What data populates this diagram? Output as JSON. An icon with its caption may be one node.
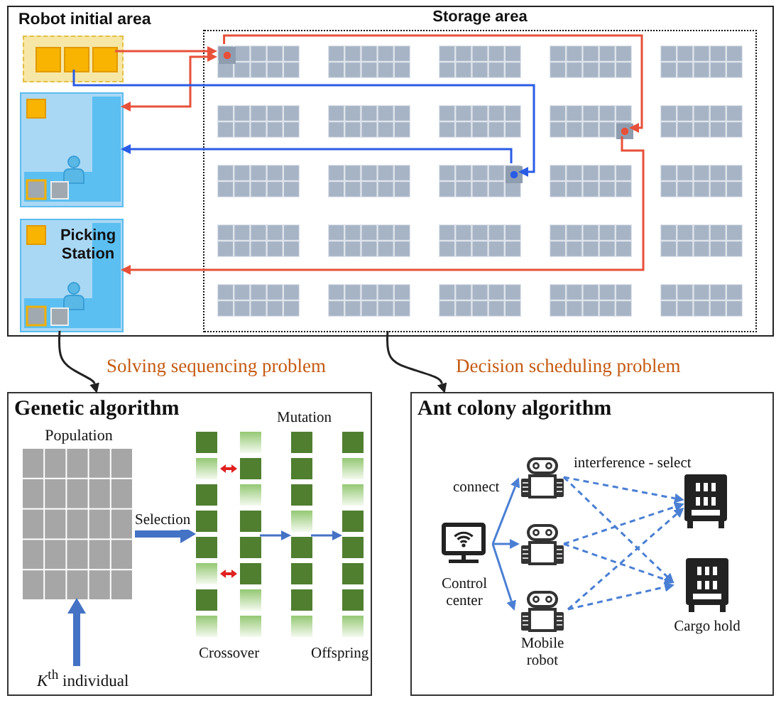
{
  "diagram": {
    "nodes": [
      {
        "text": [],
        "shape": "box"
      },
      {
        "text": [
          "Robot initial area"
        ],
        "in": 0
      },
      {
        "text": [],
        "shape": "box",
        "in": 1
      },
      {
        "text": [],
        "shape": "box",
        "in": 1
      },
      {
        "text": [],
        "shape": "box",
        "in": 1
      },
      {
        "text": [],
        "shape": "box",
        "in": 0
      },
      {
        "text": [
          "Picking Station"
        ],
        "in": 0
      },
      {
        "text": [
          "Storage area"
        ],
        "in": 0
      },
      {
        "text": [],
        "shape": "box",
        "in": 7
      },
      {
        "text": [],
        "shape": "box",
        "in": 7
      },
      {
        "text": [],
        "shape": "box",
        "in": 7
      },
      {
        "text": [
          "Genetic algorithm"
        ]
      },
      {
        "text": [
          "Population"
        ],
        "in": 11
      },
      {
        "text": [],
        "shape": "box",
        "beside": [
          "Crossover"
        ],
        "in": 11
      },
      {
        "text": [],
        "shape": "bar",
        "beside": [
          "Mutation"
        ],
        "in": 11
      },
      {
        "text": [],
        "shape": "bar",
        "beside": [
          "Offspring"
        ],
        "in": 11
      },
      {
        "text": [
          "*K*$^{th}$ individual"
        ],
        "in": 11
      },
      {
        "text": [
          "Ant colony algorithm"
        ]
      },
      {
        "text": [
          "Control center"
        ],
        "in": 17
      },
      {
        "text": [],
        "shape": "robot",
        "in": 17
      },
      {
        "text": [],
        "shape": "robot",
        "in": 17
      },
      {
        "text": [
          "Mobile robot"
        ],
        "in": 17
      },
      {
        "text": [],
        "shape": "cabinet",
        "in": 17
      },
      {
        "text": [
          "Cargo hold"
        ],
        "in": 17
      }
    ],
    "edges": [
      {
        "from": 4,
        "to": 8,
        "arrow": "to",
        "color": "#e8503a"
      },
      {
        "from": 8,
        "to": 5,
        "arrow": "both",
        "color": "#e8503a"
      },
      {
        "from": 8,
        "to": 9,
        "arrow": "to",
        "color": "#e8503a"
      },
      {
        "from": 9,
        "to": 6,
        "arrow": "to",
        "color": "#e8503a"
      },
      {
        "from": 3,
        "to": 10,
        "arrow": "to",
        "color": "#2b5ce6"
      },
      {
        "from": 10,
        "to": 5,
        "arrow": "to",
        "color": "#2b5ce6"
      },
      {
        "from": 6,
        "to": 11,
        "arrow": "to",
        "label": "Solving sequencing problem",
        "color": "#222222"
      },
      {
        "from": 7,
        "to": 17,
        "arrow": "to",
        "label": "Decision scheduling problem",
        "color": "#222222"
      },
      {
        "from": 16,
        "to": 12,
        "arrow": "to",
        "style": "thick",
        "color": "#4472c4"
      },
      {
        "from": 12,
        "to": 13,
        "arrow": "to",
        "label": "Selection",
        "style": "thick",
        "color": "#4472c4"
      },
      {
        "from": 13,
        "to": 14,
        "arrow": "to",
        "color": "#4472c4"
      },
      {
        "from": 14,
        "to": 15,
        "arrow": "to",
        "color": "#4472c4"
      },
      {
        "from": 18,
        "to": 19,
        "arrow": "to",
        "label": "connect",
        "color": "#4a7fd4"
      },
      {
        "from": 18,
        "to": 20,
        "arrow": "to",
        "color": "#4a7fd4"
      },
      {
        "from": 18,
        "to": 21,
        "arrow": "to",
        "color": "#4a7fd4"
      },
      {
        "from": 19,
        "to": 22,
        "arrow": "to",
        "style": "dashed",
        "color": "#4a7fd4"
      },
      {
        "from": 19,
        "to": 23,
        "arrow": "to",
        "style": "dashed",
        "color": "#4a7fd4"
      },
      {
        "from": 20,
        "to": 22,
        "arrow": "to",
        "style": "dashed",
        "color": "#4a7fd4"
      },
      {
        "from": 20,
        "to": 23,
        "arrow": "to",
        "style": "dashed",
        "color": "#4a7fd4"
      },
      {
        "from": 21,
        "to": 22,
        "arrow": "to",
        "style": "dashed",
        "color": "#4a7fd4"
      },
      {
        "from": 21,
        "to": 23,
        "arrow": "to",
        "style": "dashed",
        "color": "#4a7fd4"
      }
    ],
    "labels": [
      "interference - select"
    ]
  }
}
